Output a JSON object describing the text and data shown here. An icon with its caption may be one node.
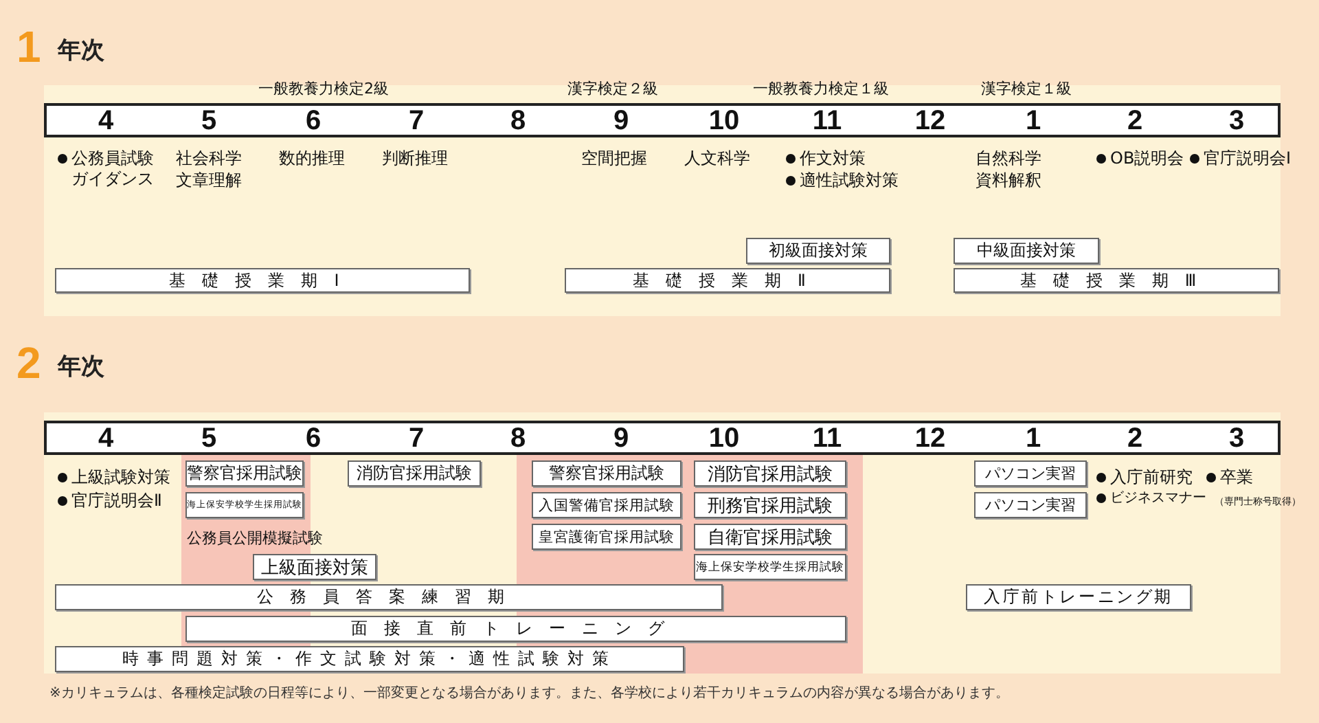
{
  "diagram": {
    "nodes": [
      {
        "text": [
          "4",
          "5",
          "6",
          "7",
          "8",
          "9",
          "10",
          "11",
          "12",
          "1",
          "2",
          "3"
        ]
      },
      {
        "text": [
          "初級面接対策"
        ]
      },
      {
        "text": [
          "中級面接対策"
        ]
      },
      {
        "text": [
          "基礎授業期Ⅰ"
        ]
      },
      {
        "text": [
          "基礎授業期Ⅱ"
        ]
      },
      {
        "text": [
          "基礎授業期Ⅲ"
        ]
      },
      {
        "text": [
          "4",
          "5",
          "6",
          "7",
          "8",
          "9",
          "10",
          "11",
          "12",
          "1",
          "2",
          "3"
        ]
      },
      {
        "text": [
          "警察官採用試験"
        ]
      },
      {
        "text": [
          "海上保安学校学生採用試験"
        ]
      },
      {
        "text": [
          "消防官採用試験"
        ]
      },
      {
        "text": [
          "警察官採用試験"
        ]
      },
      {
        "text": [
          "入国警備官採用試験"
        ]
      },
      {
        "text": [
          "皇宮護衛官採用試験"
        ]
      },
      {
        "text": [
          "消防官採用試験"
        ]
      },
      {
        "text": [
          "刑務官採用試験"
        ]
      },
      {
        "text": [
          "自衛官採用試験"
        ]
      },
      {
        "text": [
          "海上保安学校学生採用試験"
        ]
      },
      {
        "text": [
          "パソコン実習"
        ]
      },
      {
        "text": [
          "パソコン実習"
        ]
      },
      {
        "text": [
          "上級面接対策"
        ]
      },
      {
        "text": [
          "公務員答案練習期"
        ]
      },
      {
        "text": [
          "入庁前トレーニング期"
        ]
      },
      {
        "text": [
          "面接直前トレーニング"
        ]
      },
      {
        "text": [
          "時事問題対策・作文試験対策・適性試験対策"
        ]
      }
    ],
    "labels": [
      "1",
      "年次",
      "一般教養力検定2級",
      "漢字検定２級",
      "一般教養力検定１級",
      "漢字検定１級",
      "公務員試験ガイダンス",
      "社会科学",
      "文章理解",
      "数的推理",
      "判断推理",
      "空間把握",
      "人文科学",
      "作文対策",
      "適性試験対策",
      "自然科学",
      "資料解釈",
      "OB説明会",
      "官庁説明会Ⅰ",
      "2",
      "年次",
      "上級試験対策",
      "官庁説明会Ⅱ",
      "公務員公開模擬試験",
      "入庁前研究",
      "ビジネスマナー",
      "卒業",
      "（専門士称号取得）"
    ],
    "caption": "※カリキュラムは、各種検定試験の日程等により、一部変更となる場合があります。また、各学校により若干カリキュラムの内容が異なる場合があります。"
  }
}
